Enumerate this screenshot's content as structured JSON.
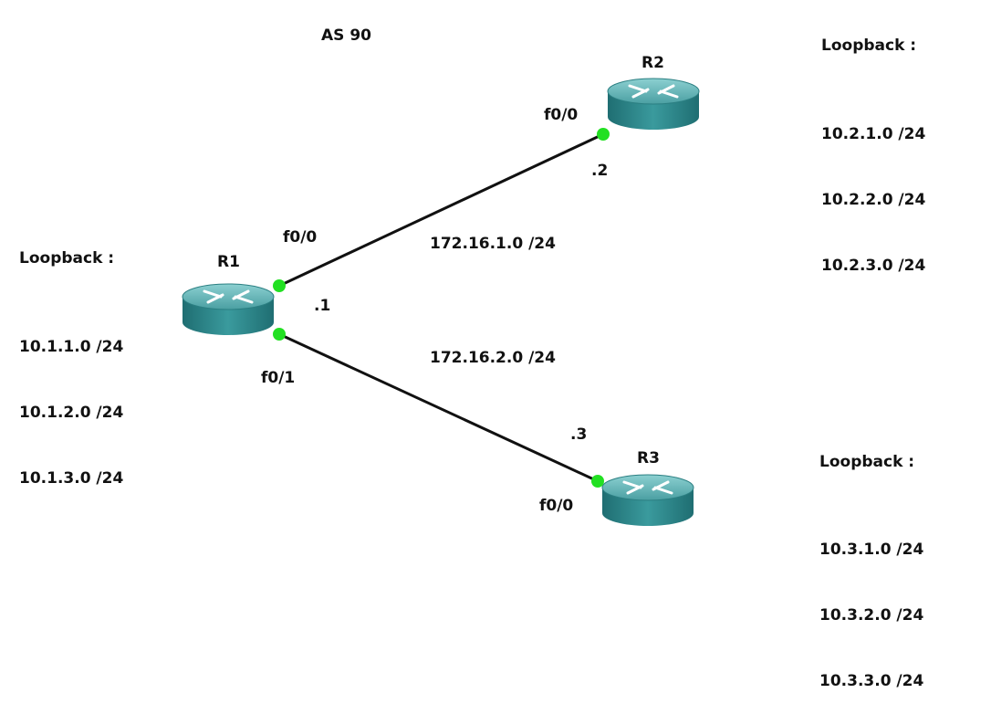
{
  "as_label": "AS 90",
  "routers": [
    {
      "name": "R1",
      "loopback_title": "Loopback :",
      "loopbacks": [
        "10.1.1.0 /24",
        "10.1.2.0 /24",
        "10.1.3.0 /24"
      ]
    },
    {
      "name": "R2",
      "loopback_title": "Loopback :",
      "loopbacks": [
        "10.2.1.0 /24",
        "10.2.2.0 /24",
        "10.2.3.0 /24"
      ]
    },
    {
      "name": "R3",
      "loopback_title": "Loopback :",
      "loopbacks": [
        "10.3.1.0 /24",
        "10.3.2.0 /24",
        "10.3.3.0 /24"
      ]
    }
  ],
  "links": [
    {
      "subnet": "172.16.1.0 /24",
      "a_if": "f0/0",
      "a_host": ".1",
      "b_if": "f0/0",
      "b_host": ".2"
    },
    {
      "subnet": "172.16.2.0 /24",
      "a_if": "f0/1",
      "b_if": "f0/0",
      "b_host": ".3"
    }
  ],
  "colors": {
    "router_body": "#2e8a8e",
    "router_top": "#5fb3b5",
    "port_dot": "#22e022",
    "link": "#111111"
  }
}
